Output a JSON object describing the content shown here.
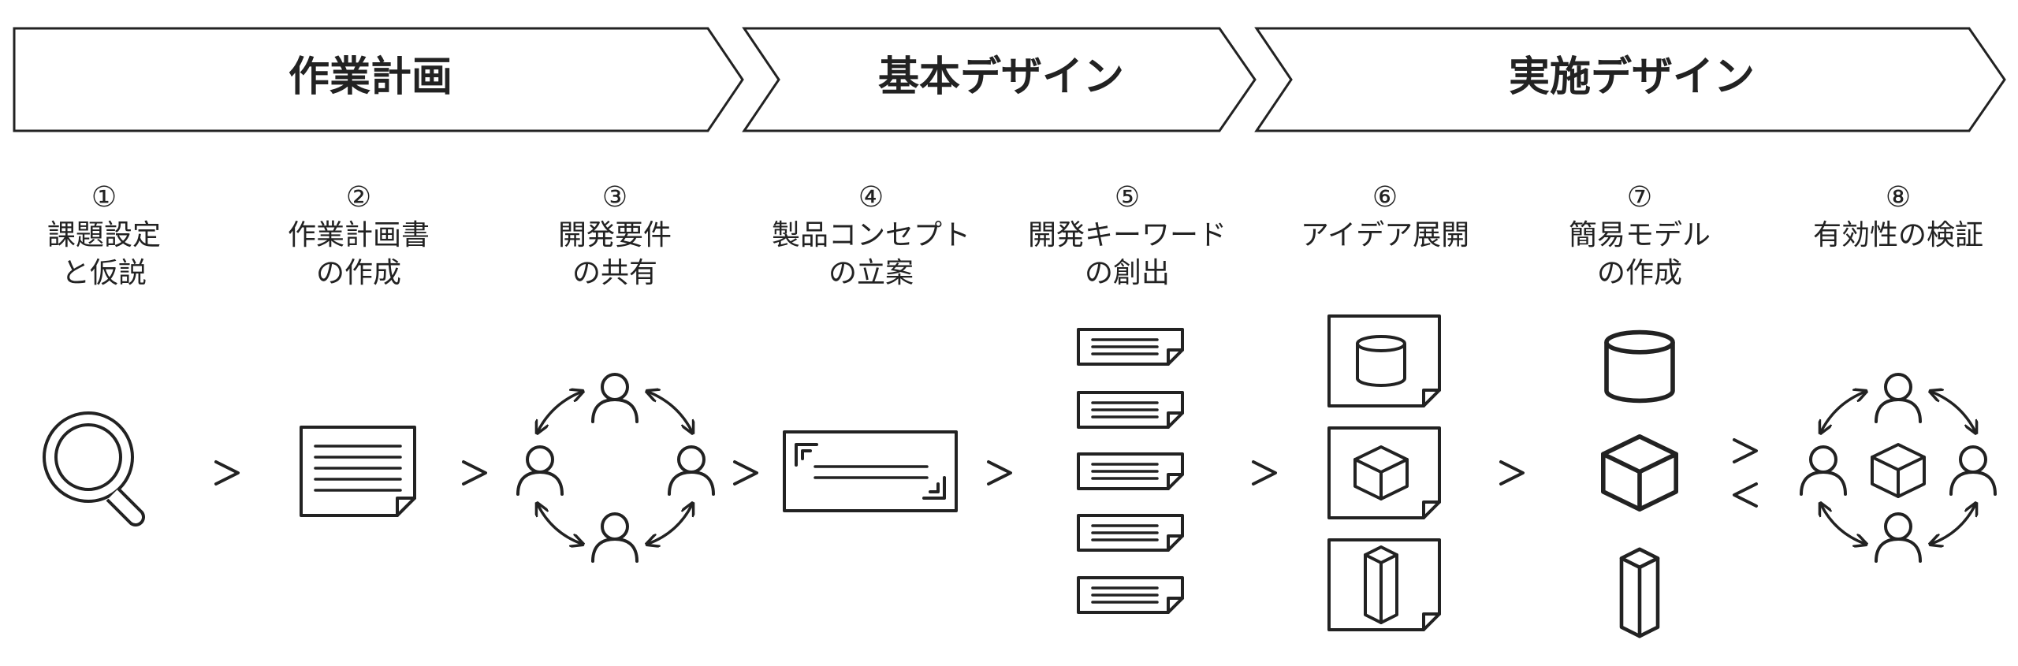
{
  "phases": [
    {
      "label": "作業計画"
    },
    {
      "label": "基本デザイン"
    },
    {
      "label": "実施デザイン"
    }
  ],
  "steps": [
    {
      "num": "①",
      "line1": "課題設定",
      "line2": "と仮説",
      "icon": "magnifier-icon"
    },
    {
      "num": "②",
      "line1": "作業計画書",
      "line2": "の作成",
      "icon": "document-icon"
    },
    {
      "num": "③",
      "line1": "開発要件",
      "line2": "の共有",
      "icon": "team-cycle-icon"
    },
    {
      "num": "④",
      "line1": "製品コンセプト",
      "line2": "の立案",
      "icon": "concept-card-icon"
    },
    {
      "num": "⑤",
      "line1": "開発キーワード",
      "line2": "の創出",
      "icon": "keyword-cards-icon"
    },
    {
      "num": "⑥",
      "line1": "アイデア展開",
      "line2": "",
      "icon": "idea-sheets-icon"
    },
    {
      "num": "⑦",
      "line1": "簡易モデル",
      "line2": "の作成",
      "icon": "simple-models-icon"
    },
    {
      "num": "⑧",
      "line1": "有効性の検証",
      "line2": "",
      "icon": "team-verify-icon"
    }
  ],
  "separators": {
    "forward": ">",
    "loop_forward": ">",
    "loop_back": "<"
  }
}
